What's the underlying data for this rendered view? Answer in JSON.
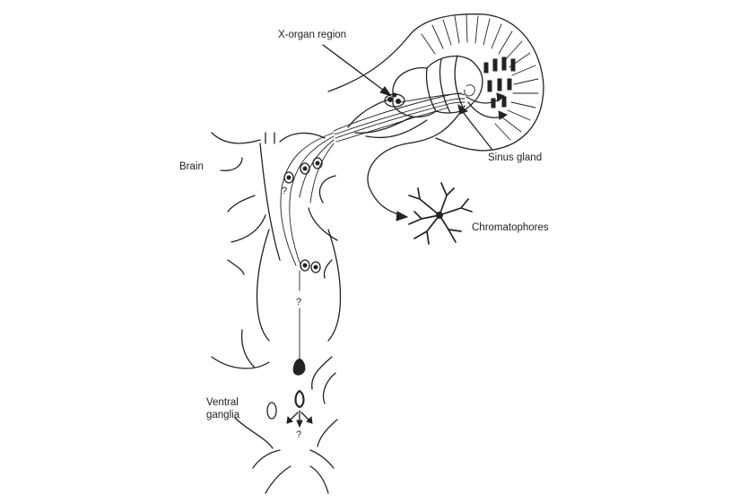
{
  "labels": {
    "x_organ": "X-organ region",
    "sinus_gland": "Sinus gland",
    "chromatophores": "Chromatophores",
    "brain": "Brain",
    "ventral_line1": "Ventral",
    "ventral_line2": "ganglia"
  },
  "question_mark": "?"
}
